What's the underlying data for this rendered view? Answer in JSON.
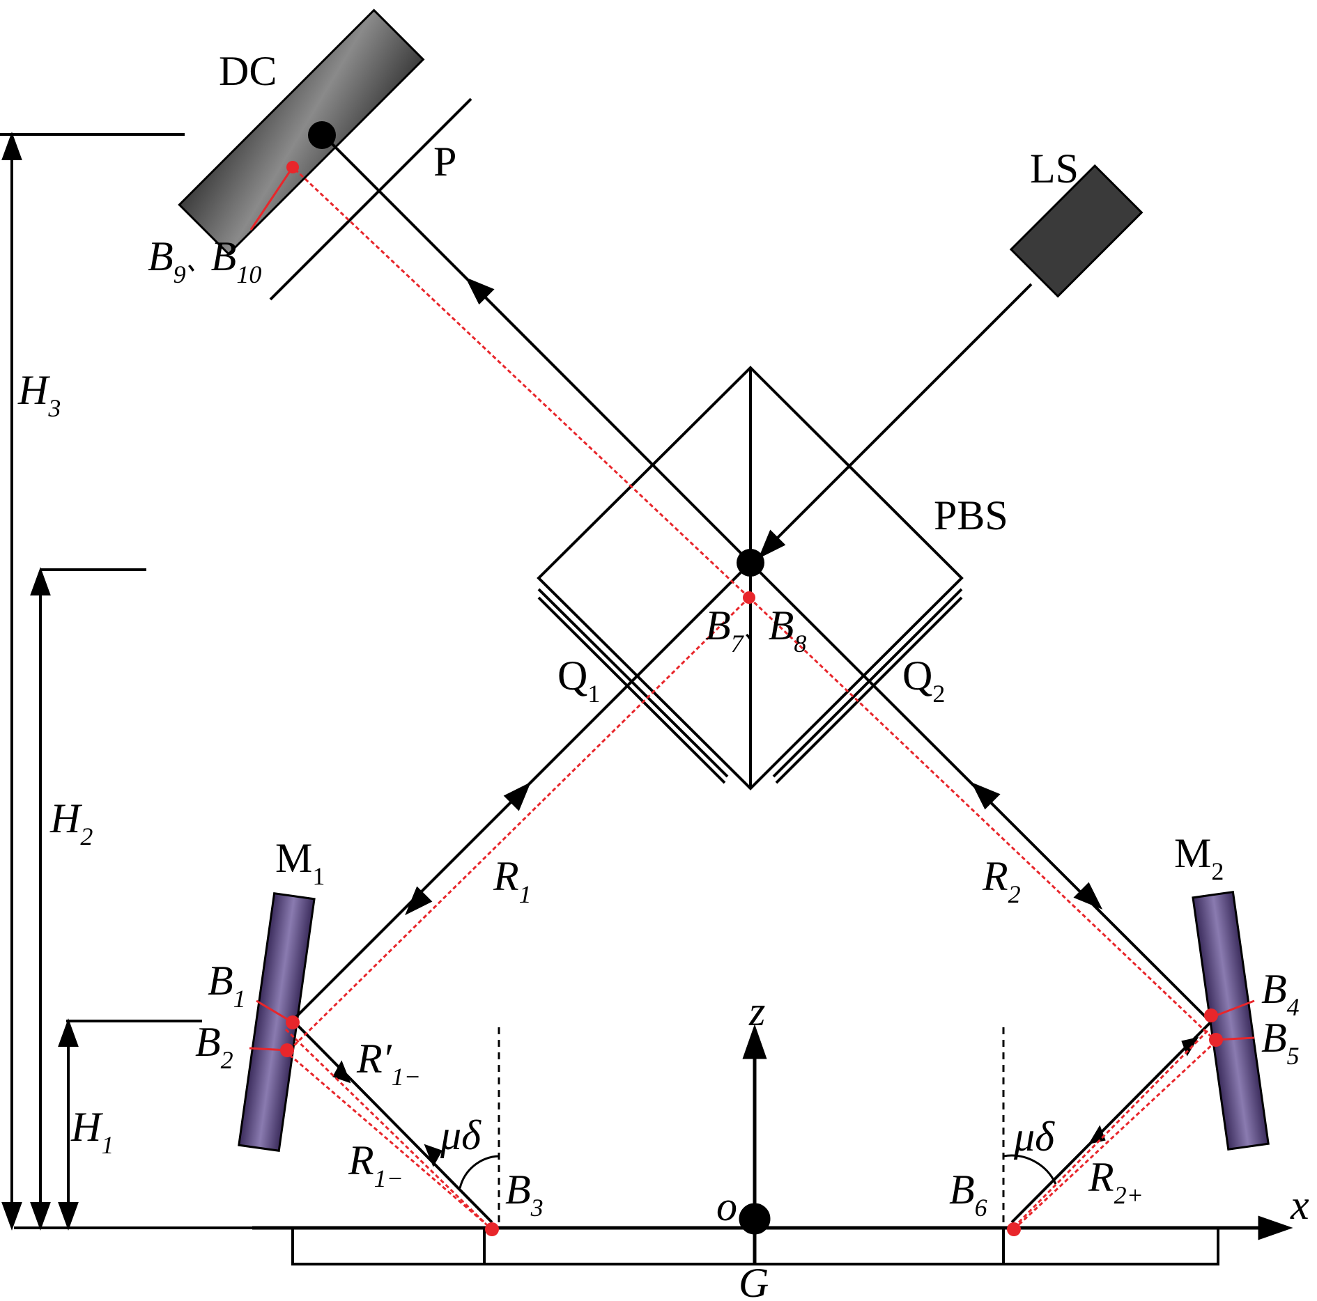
{
  "labels": {
    "dc": "DC",
    "p": "P",
    "ls": "LS",
    "pbs": "PBS",
    "q1": "Q",
    "q1_sub": "1",
    "q2": "Q",
    "q2_sub": "2",
    "m1": "M",
    "m1_sub": "1",
    "m2": "M",
    "m2_sub": "2",
    "r1": "R",
    "r1_sub": "1",
    "r2": "R",
    "r2_sub": "2",
    "r1prime": "R′",
    "r1prime_sub": "1−",
    "r1minus": "R",
    "r1minus_sub": "1−",
    "r2plus": "R",
    "r2plus_sub": "2+",
    "mu_delta_left": "μδ",
    "mu_delta_right": "μδ",
    "b1": "B",
    "b1_sub": "1",
    "b2": "B",
    "b2_sub": "2",
    "b3": "B",
    "b3_sub": "3",
    "b4": "B",
    "b4_sub": "4",
    "b5": "B",
    "b5_sub": "5",
    "b6": "B",
    "b6_sub": "6",
    "b7b8_a": "B",
    "b7_sub": "7",
    "b7b8_sep": "、",
    "b7b8_b": "B",
    "b8_sub": "8",
    "b9b10_a": "B",
    "b9_sub": "9",
    "b9b10_sep": "、",
    "b9b10_b": "B",
    "b10_sub": "10",
    "h1": "H",
    "h1_sub": "1",
    "h2": "H",
    "h2_sub": "2",
    "h3": "H",
    "h3_sub": "3",
    "axis_z": "z",
    "axis_x": "x",
    "origin": "o",
    "grating": "G"
  },
  "colors": {
    "line": "#000000",
    "beam_red": "#e8262b",
    "detector": "#5a5a5a",
    "mirror": "#4f3f73",
    "laser": "#3a3a3a"
  }
}
